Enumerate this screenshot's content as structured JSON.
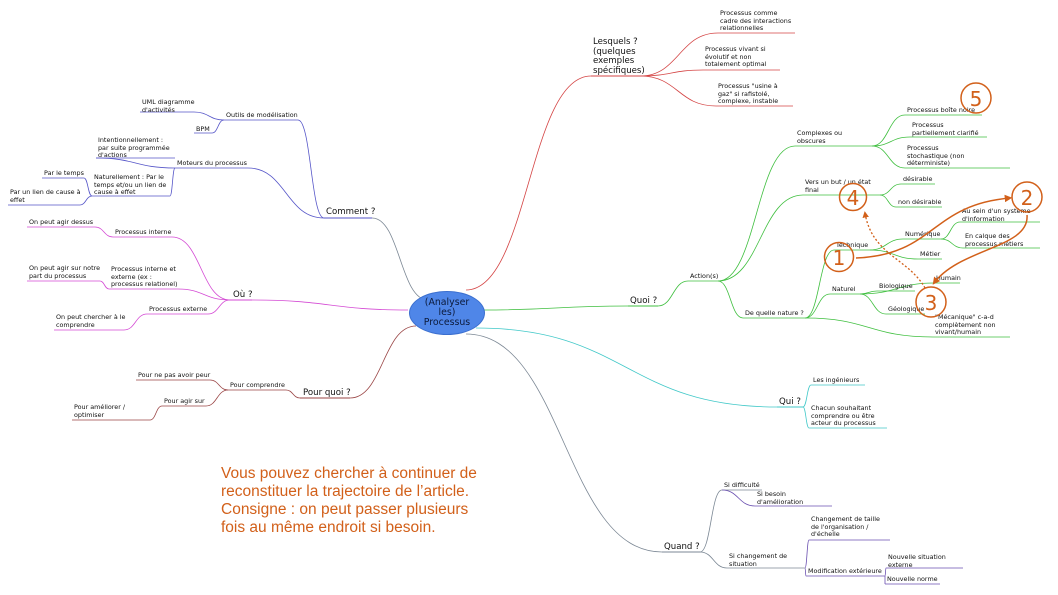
{
  "center": "(Analyser\nles)\nProcessus",
  "colors": {
    "accent": "#d2601a",
    "center_fill": "#4f86e8"
  },
  "consigne": "Vous pouvez chercher à continuer de\nreconstituer la trajectoire de l’article.\nConsigne : on peut passer plusieurs\nfois au même endroit si besoin.",
  "nodes": {
    "comment": "Comment ?",
    "outils": "Outils de modélisation",
    "uml": "UML diagramme\nd'activités",
    "bpm": "BPM",
    "moteurs": "Moteurs du processus",
    "intentionnel": "Intentionnellement :\npar suite programmée\nd'actions",
    "naturel_moteur": "Naturellement : Par le\ntemps et/ou un lien de\ncause à effet",
    "par_temps": "Par le temps",
    "lien_cause": "Par un lien de cause à\neffet",
    "ou": "Où ?",
    "interne": "Processus interne",
    "agir_dessus": "On peut agir dessus",
    "interne_externe": "Processus interne et\nexterne (ex :\nprocessus relationel)",
    "agir_notre_part": "On peut agir sur notre\npart du processus",
    "externe": "Processus externe",
    "chercher_comprendre": "On peut chercher à le\ncomprendre",
    "pourquoi": "Pour quoi ?",
    "pour_comprendre": "Pour comprendre",
    "pas_peur": "Pour ne pas avoir peur",
    "pour_agir": "Pour agir sur",
    "ameliorer": "Pour améliorer /\noptimiser",
    "lesquels": "Lesquels ?\n(quelques\nexemples\nspécifiques)",
    "cadre": "Processus comme\ncadre des interactions\nrelationnelles",
    "vivant": "Processus vivant si\névolutif et non\ntotalement optimal",
    "usine": "Processus \"usine à\ngaz\" si rafistolé,\ncomplexe, instable",
    "quoi": "Quoi ?",
    "actions": "Action(s)",
    "complexes": "Complexes ou\nobscures",
    "boite_noire": "Processus boîte noire",
    "partiel": "Processus\npartiellement clarifié",
    "stochastique": "Processus\nstochastique (non\ndéterministe)",
    "vers_but": "Vers un but / un état\nfinal",
    "desirable": "désirable",
    "non_desirable": "non désirable",
    "nature": "De quelle nature ?",
    "technique": "Technique",
    "numerique": "Numérique",
    "systeme_info": "Au sein d'un système\nd'information",
    "calque": "En calque des\nprocessus métiers",
    "metier": "Métier",
    "naturel": "Naturel",
    "humain": "Humain",
    "biologique": "Biologique",
    "geologique": "Géologique",
    "mecanique": "\"Mécanique\" c-a-d\ncomplètement non\nvivant/humain",
    "qui": "Qui ?",
    "ingenieurs": "Les ingénieurs",
    "chacun": "Chacun souhaitant\ncomprendre ou être\nacteur du processus",
    "quand": "Quand ?",
    "difficulte": "Si difficulté",
    "besoin": "Si besoin\nd'amélioration",
    "changement": "Si changement de\nsituation",
    "taille": "Changement de taille\nde l'organisation /\nd'échelle",
    "modif_ext": "Modification extérieure",
    "nouvelle_situation": "Nouvelle situation\nexterne",
    "nouvelle_norme": "Nouvelle norme"
  },
  "markers": [
    "1",
    "2",
    "3",
    "4",
    "5"
  ]
}
